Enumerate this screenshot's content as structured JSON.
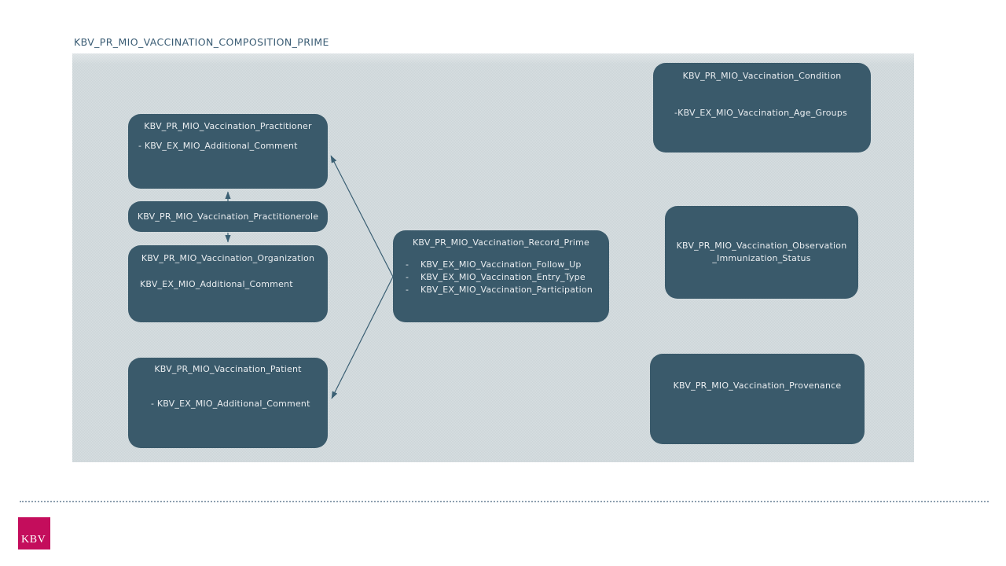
{
  "page": {
    "title": "KBV_PR_MIO_VACCINATION_COMPOSITION_PRIME"
  },
  "logo": {
    "label": "KBV"
  },
  "colors": {
    "node_fill": "#3a5a6b",
    "node_text": "#e9edf0",
    "canvas_bg": "#ccd5d8",
    "arrow": "#3a5f73",
    "title_text": "#3a5c74",
    "brand": "#c40d5c"
  },
  "nodes": {
    "practitioner": {
      "title": "KBV_PR_MIO_Vaccination_Practitioner",
      "item": "- KBV_EX_MIO_Additional_Comment"
    },
    "practitionerole": {
      "title": "KBV_PR_MIO_Vaccination_Practitionerole"
    },
    "organization": {
      "title": "KBV_PR_MIO_Vaccination_Organization",
      "item": "KBV_EX_MIO_Additional_Comment"
    },
    "patient": {
      "title": "KBV_PR_MIO_Vaccination_Patient",
      "item": "- KBV_EX_MIO_Additional_Comment"
    },
    "record_prime": {
      "title": "KBV_PR_MIO_Vaccination_Record_Prime",
      "bullet": "-",
      "items": [
        "KBV_EX_MIO_Vaccination_Follow_Up",
        "KBV_EX_MIO_Vaccination_Entry_Type",
        "KBV_EX_MIO_Vaccination_Participation"
      ]
    },
    "condition": {
      "title": "KBV_PR_MIO_Vaccination_Condition",
      "item": "-KBV_EX_MIO_Vaccination_Age_Groups"
    },
    "observation": {
      "title_line1": "KBV_PR_MIO_Vaccination_Observation",
      "title_line2": "_Immunization_Status"
    },
    "provenance": {
      "title": "KBV_PR_MIO_Vaccination_Provenance"
    }
  }
}
